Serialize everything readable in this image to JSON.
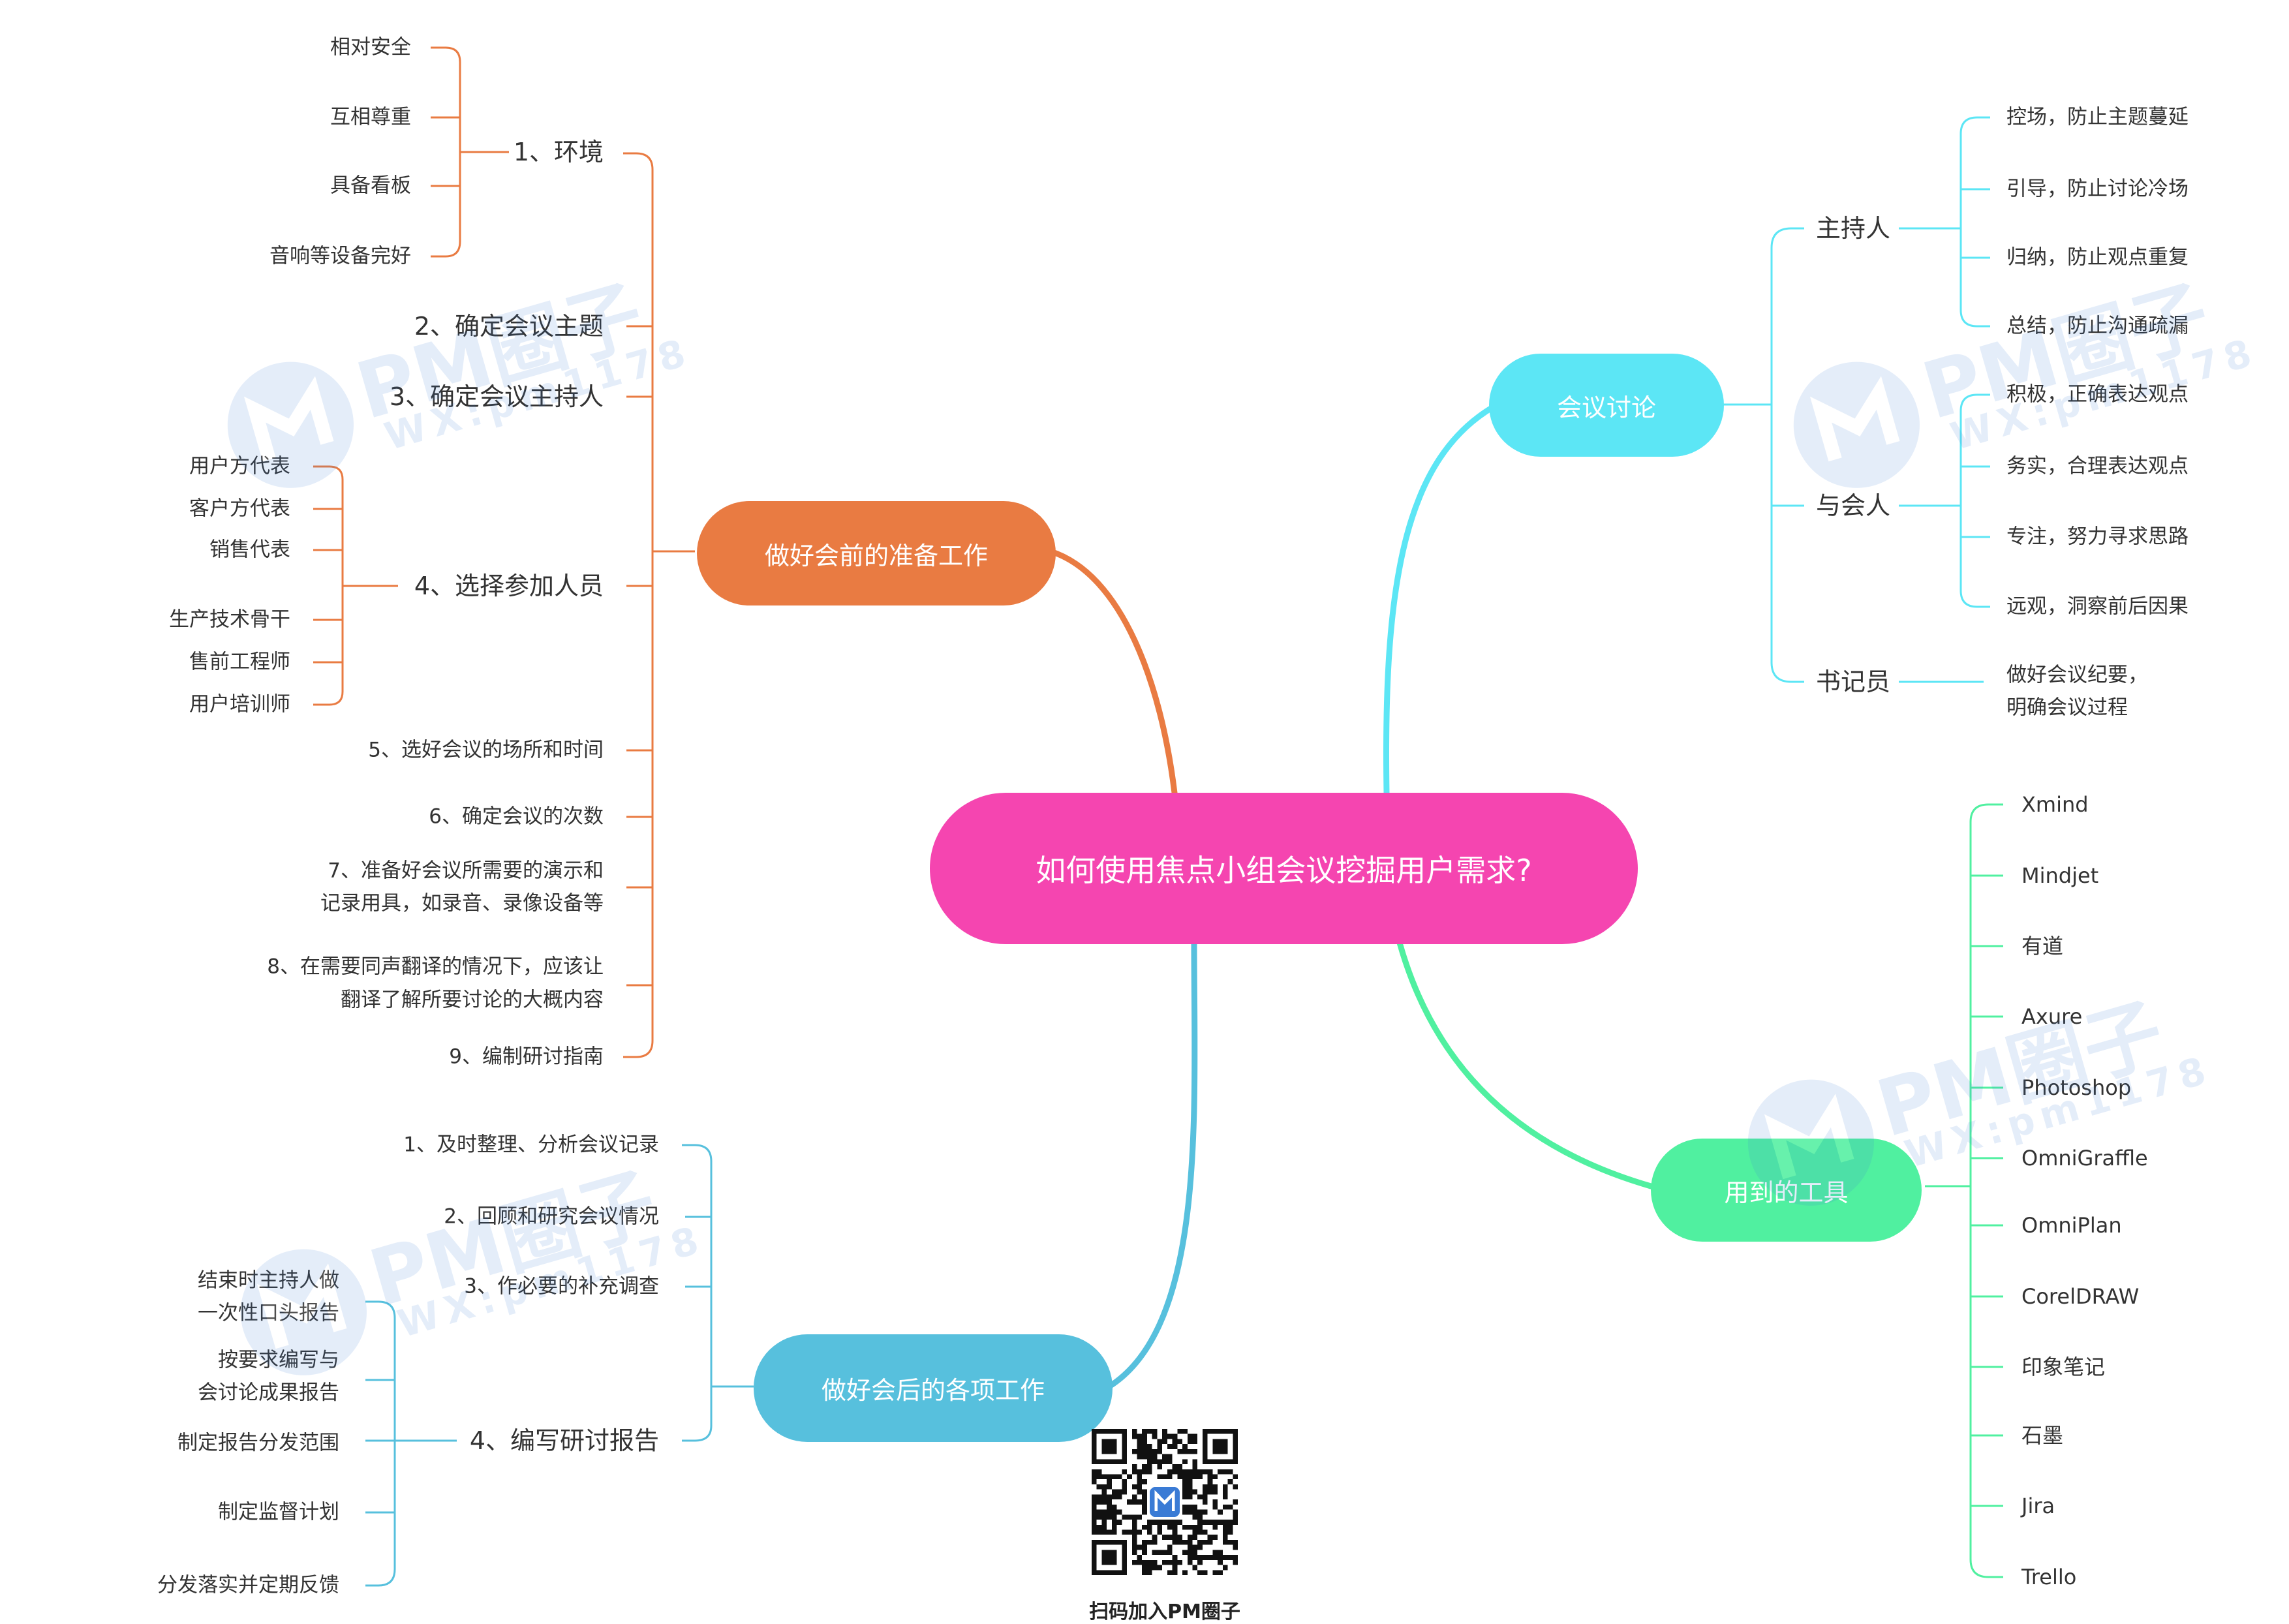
{
  "root": {
    "title": "如何使用焦点小组会议挖掘用户需求?"
  },
  "colors": {
    "root": "#f545b0",
    "prep": "#e97b42",
    "meet": "#5ce6f5",
    "tools": "#50f0a0",
    "post": "#57c0dd",
    "watermark": "#3a7bd5"
  },
  "branches": {
    "prep": {
      "label": "做好会前的准备工作",
      "items": [
        {
          "label": "1、环境",
          "children": [
            "相对安全",
            "互相尊重",
            "具备看板",
            "音响等设备完好"
          ]
        },
        {
          "label": "2、确定会议主题"
        },
        {
          "label": "3、确定会议主持人"
        },
        {
          "label": "4、选择参加人员",
          "children": [
            "用户方代表",
            "客户方代表",
            "销售代表",
            "生产技术骨干",
            "售前工程师",
            "用户培训师"
          ]
        },
        {
          "label": "5、选好会议的场所和时间"
        },
        {
          "label": "6、确定会议的次数"
        },
        {
          "line1": "7、准备好会议所需要的演示和",
          "line2": "记录用具，如录音、录像设备等"
        },
        {
          "line1": "8、在需要同声翻译的情况下，应该让",
          "line2": "翻译了解所要讨论的大概内容"
        },
        {
          "label": "9、编制研讨指南"
        }
      ]
    },
    "meet": {
      "label": "会议讨论",
      "items": [
        {
          "label": "主持人",
          "children": [
            "控场，防止主题蔓延",
            "引导，防止讨论冷场",
            "归纳，防止观点重复",
            "总结，防止沟通疏漏"
          ]
        },
        {
          "label": "与会人",
          "children": [
            "积极，正确表达观点",
            "务实，合理表达观点",
            "专注，努力寻求思路",
            "远观，洞察前后因果"
          ]
        },
        {
          "label": "书记员",
          "child_line1": "做好会议纪要，",
          "child_line2": "明确会议过程"
        }
      ]
    },
    "tools": {
      "label": "用到的工具",
      "items": [
        "Xmind",
        "Mindjet",
        "有道",
        "Axure",
        "Photoshop",
        "OmniGraffle",
        "OmniPlan",
        "CorelDRAW",
        "印象笔记",
        "石墨",
        "Jira",
        "Trello"
      ]
    },
    "post": {
      "label": "做好会后的各项工作",
      "items": [
        {
          "label": "1、及时整理、分析会议记录"
        },
        {
          "label": "2、回顾和研究会议情况"
        },
        {
          "label": "3、作必要的补充调查"
        },
        {
          "label": "4、编写研讨报告",
          "children": [
            {
              "line1": "结束时主持人做",
              "line2": "一次性口头报告"
            },
            {
              "line1": "按要求编写与",
              "line2": "会讨论成果报告"
            },
            {
              "label": "制定报告分发范围"
            },
            {
              "label": "制定监督计划"
            },
            {
              "label": "分发落实并定期反馈"
            }
          ]
        }
      ]
    }
  },
  "watermark": {
    "logo": "PM圈子",
    "sub": "WX:pm1178"
  },
  "qr": {
    "caption": "扫码加入PM圈子",
    "icon": "qr-code-icon"
  }
}
